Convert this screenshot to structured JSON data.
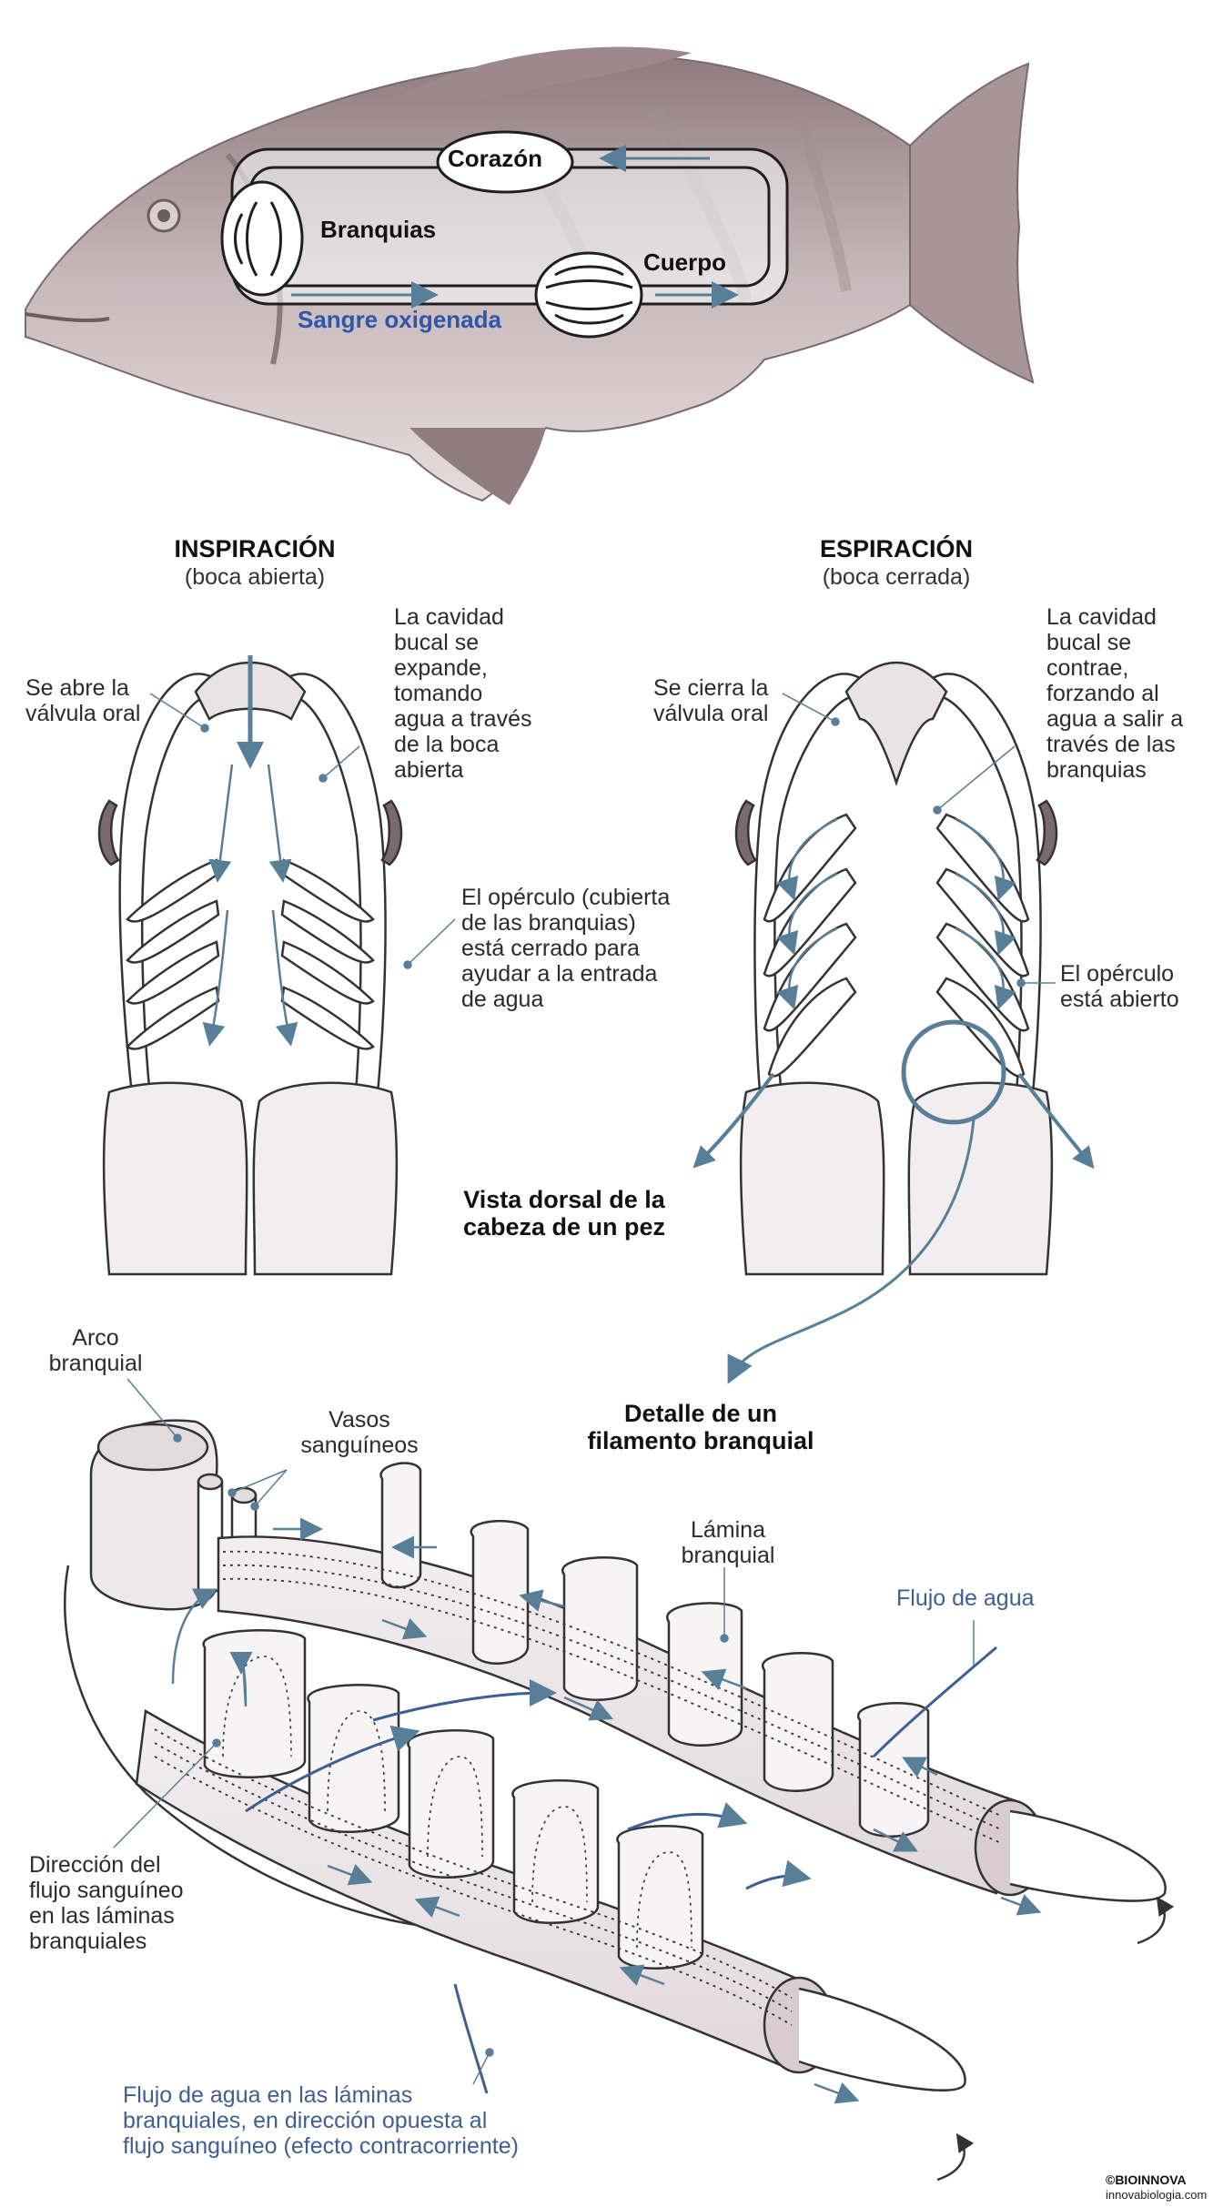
{
  "colors": {
    "fish": "#b8a7ab",
    "arrow_blue": "#587f97",
    "water_blue": "#3f5f92",
    "oxygen_blue": "#2f56a8",
    "outline": "#3a3a3a"
  },
  "circulation": {
    "heart": "Corazón",
    "gills": "Branquias",
    "body": "Cuerpo",
    "oxygenated": "Sangre oxigenada"
  },
  "inspiration": {
    "title": "INSPIRACIÓN",
    "subtitle": "(boca abierta)",
    "valve": "Se abre la\nválvula oral",
    "cavity": "La cavidad\nbucal se\nexpande,\ntomando\nagua a través\nde la boca\nabierta",
    "operculum": "El opérculo (cubierta\nde las branquias)\nestá cerrado para\nayudar a la entrada\nde agua"
  },
  "expiration": {
    "title": "ESPIRACIÓN",
    "subtitle": "(boca cerrada)",
    "valve": "Se cierra la\nválvula oral",
    "cavity": "La cavidad\nbucal se\ncontrae,\nforzando al\nagua a salir a\ntravés de las\nbranquias",
    "operculum": "El opérculo\nestá abierto"
  },
  "dorsal_view": "Vista dorsal de la\ncabeza de un pez",
  "detail": {
    "title": "Detalle de un\nfilamento branquial",
    "arch": "Arco\nbranquial",
    "vessels": "Vasos\nsanguíneos",
    "lamina": "Lámina\nbranquial",
    "water_flow": "Flujo de agua",
    "blood_direction": "Dirección del\nflujo sanguíneo\nen las láminas\nbranquiales",
    "countercurrent": "Flujo de agua en las láminas\nbranquiales, en dirección opuesta al\nflujo sanguíneo (efecto contracorriente)"
  },
  "credit": {
    "brand": "©BIOINNOVA",
    "url": "innovabiologia.com"
  }
}
